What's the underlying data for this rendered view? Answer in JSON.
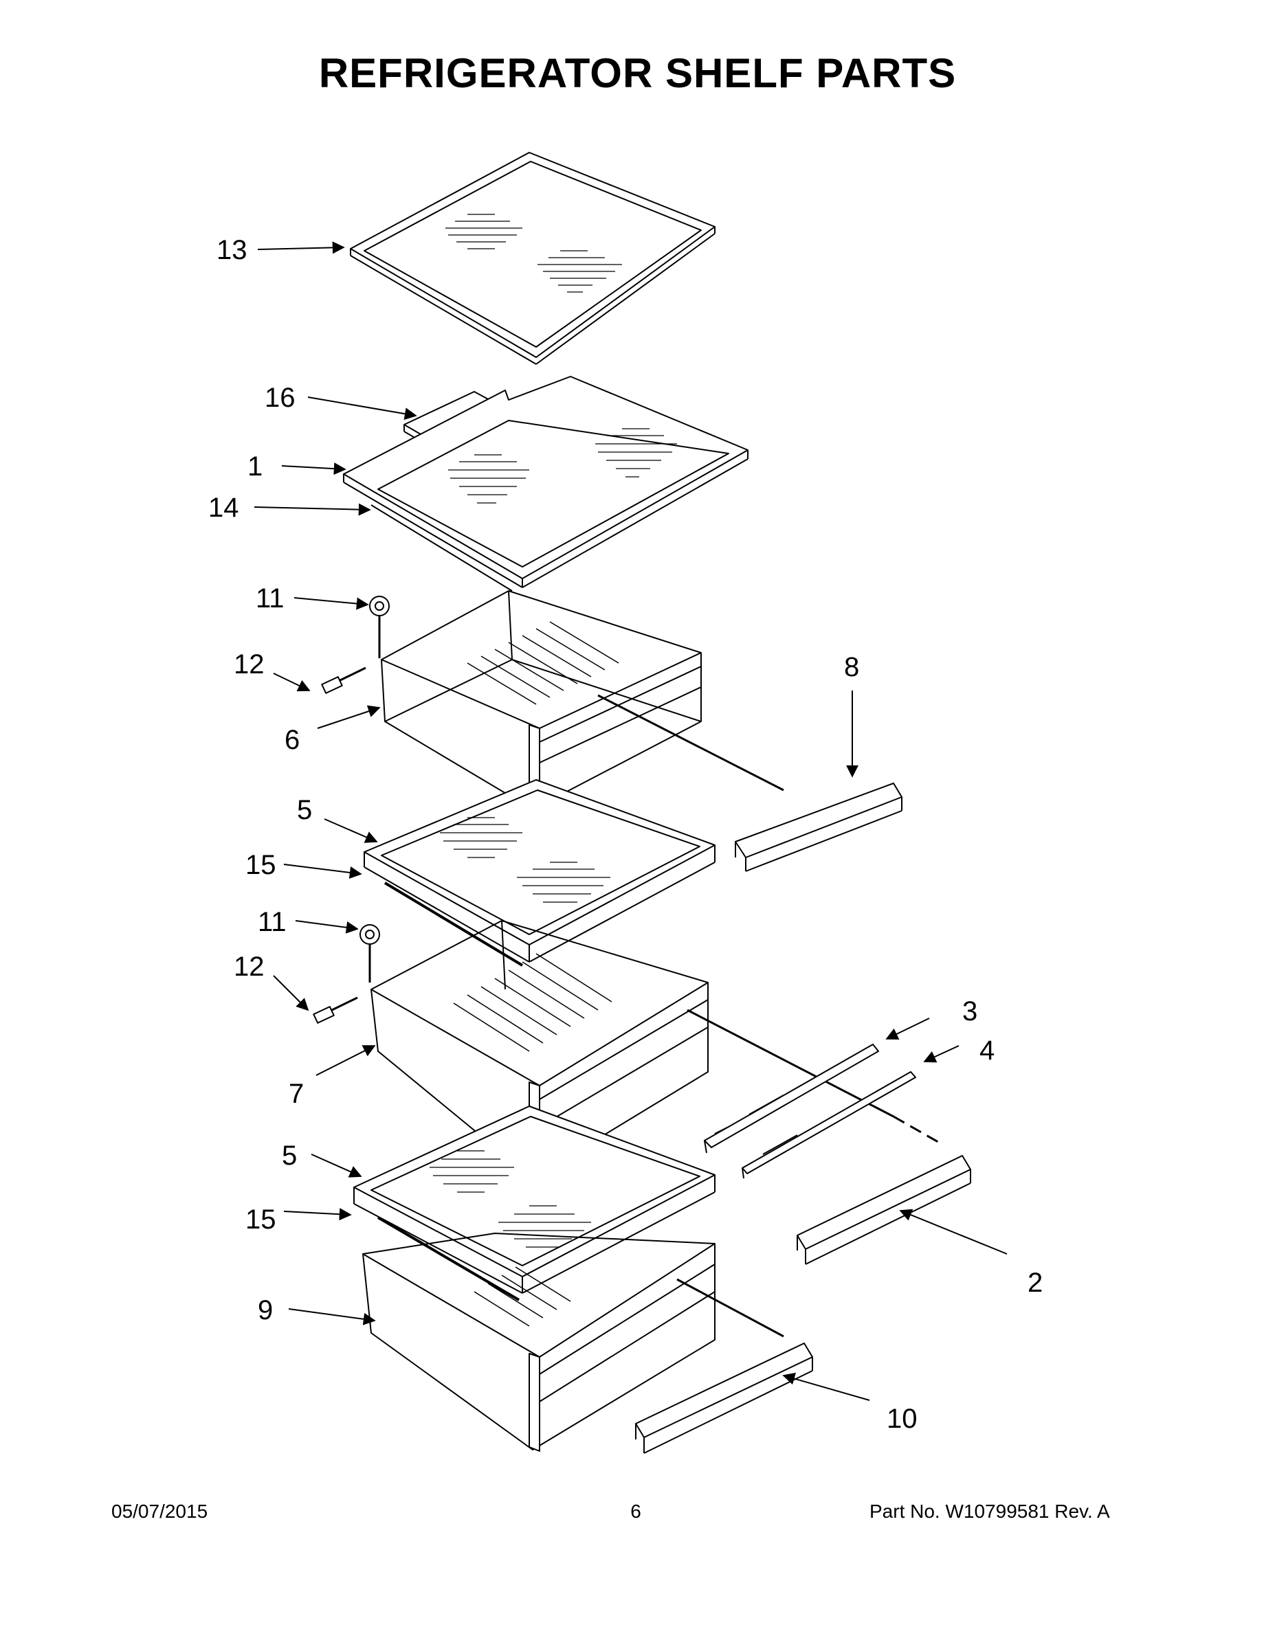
{
  "title": "REFRIGERATOR SHELF PARTS",
  "callouts": [
    {
      "id": "13",
      "label": "13"
    },
    {
      "id": "16",
      "label": "16"
    },
    {
      "id": "1",
      "label": "1"
    },
    {
      "id": "14",
      "label": "14"
    },
    {
      "id": "11a",
      "label": "11"
    },
    {
      "id": "12a",
      "label": "12"
    },
    {
      "id": "6",
      "label": "6"
    },
    {
      "id": "8",
      "label": "8"
    },
    {
      "id": "5a",
      "label": "5"
    },
    {
      "id": "15a",
      "label": "15"
    },
    {
      "id": "11b",
      "label": "11"
    },
    {
      "id": "12b",
      "label": "12"
    },
    {
      "id": "7",
      "label": "7"
    },
    {
      "id": "3",
      "label": "3"
    },
    {
      "id": "4",
      "label": "4"
    },
    {
      "id": "5b",
      "label": "5"
    },
    {
      "id": "15b",
      "label": "15"
    },
    {
      "id": "2",
      "label": "2"
    },
    {
      "id": "9",
      "label": "9"
    },
    {
      "id": "10",
      "label": "10"
    }
  ],
  "footer": {
    "date": "05/07/2015",
    "page": "6",
    "part": "Part No.  W10799581  Rev.  A"
  }
}
